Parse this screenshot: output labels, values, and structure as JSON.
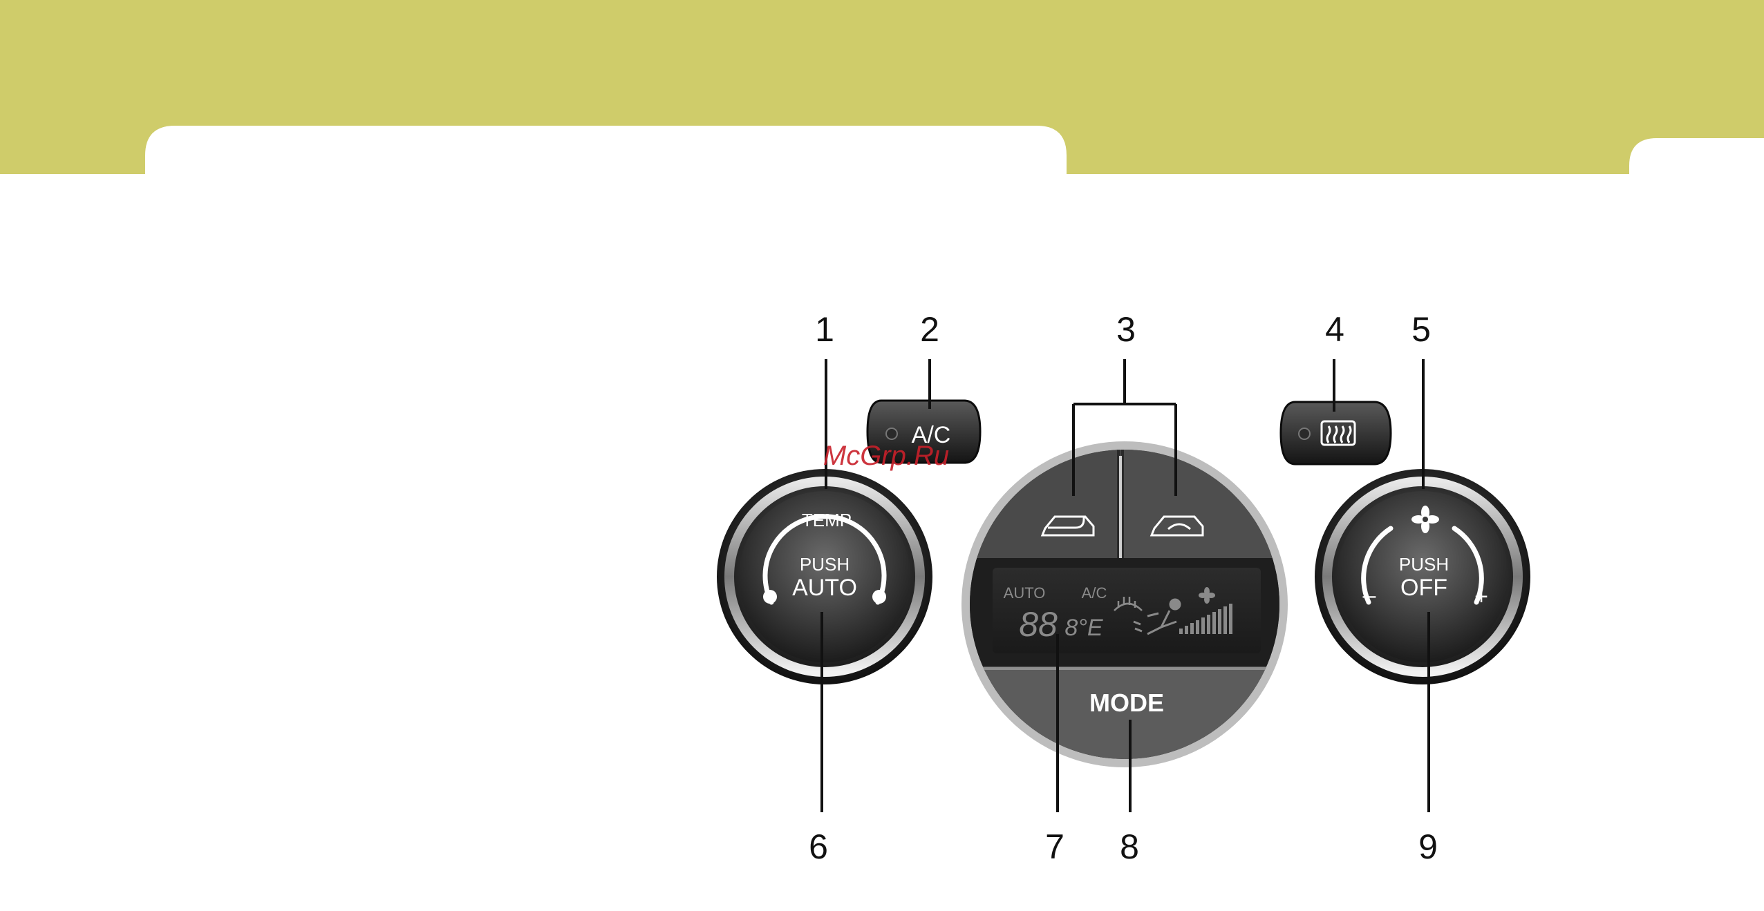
{
  "colors": {
    "header_band": "#cfcc6a",
    "page": "#ffffff",
    "watermark": "#c8202a"
  },
  "callouts": [
    "1",
    "2",
    "3",
    "4",
    "5",
    "6",
    "7",
    "8",
    "9"
  ],
  "controls": {
    "ac_button": {
      "label": "A/C"
    },
    "rear_defrost_button": {
      "icon": "rear-defrost-icon"
    },
    "temp_knob": {
      "top_label": "TEMP",
      "push_label": "PUSH",
      "center_label": "AUTO"
    },
    "fan_knob": {
      "icon": "fan-icon",
      "push_label": "PUSH",
      "center_label": "OFF",
      "minus": "–",
      "plus": "+"
    },
    "intake_buttons": {
      "left_icon": "fresh-air-icon",
      "right_icon": "recirculation-icon"
    },
    "display": {
      "auto": "AUTO",
      "ac": "A/C",
      "digits": "88",
      "small_digits": "8°E"
    },
    "mode_button": {
      "label": "MODE"
    }
  },
  "watermark": "McGrp.Ru"
}
